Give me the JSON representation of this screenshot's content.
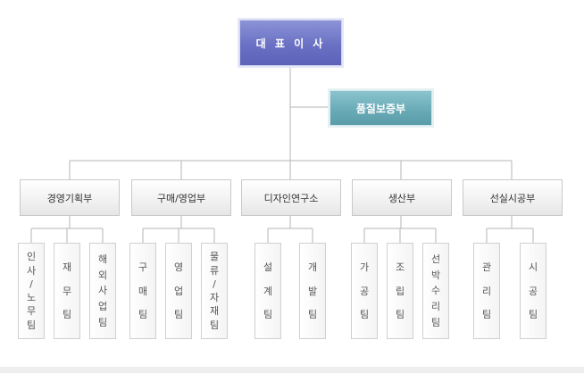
{
  "ceo": {
    "label": "대 표 이 사"
  },
  "quality": {
    "label": "품질보증부"
  },
  "departments": [
    {
      "name": "경영기획부",
      "teams": [
        [
          "인",
          "사",
          "/",
          "노",
          "무",
          "팀"
        ],
        [
          "재",
          "무",
          "팀"
        ],
        [
          "해",
          "외",
          "사",
          "업",
          "팀"
        ]
      ]
    },
    {
      "name": "구매/영업부",
      "teams": [
        [
          "구",
          "매",
          "팀"
        ],
        [
          "영",
          "업",
          "팀"
        ],
        [
          "물",
          "류",
          "/",
          "자",
          "재",
          "팀"
        ]
      ]
    },
    {
      "name": "디자인연구소",
      "teams": [
        [
          "설",
          "계",
          "팀"
        ],
        [
          "개",
          "발",
          "팀"
        ]
      ]
    },
    {
      "name": "생산부",
      "teams": [
        [
          "가",
          "공",
          "팀"
        ],
        [
          "조",
          "립",
          "팀"
        ],
        [
          "선",
          "박",
          "수",
          "리",
          "팀"
        ]
      ]
    },
    {
      "name": "선실시공부",
      "teams": [
        [
          "관",
          "리",
          "팀"
        ],
        [
          "시",
          "공",
          "팀"
        ]
      ]
    }
  ],
  "colors": {
    "ceo_box": "#6a71c4",
    "quality_box": "#67a9b5",
    "connector": "#b5b5b5"
  }
}
